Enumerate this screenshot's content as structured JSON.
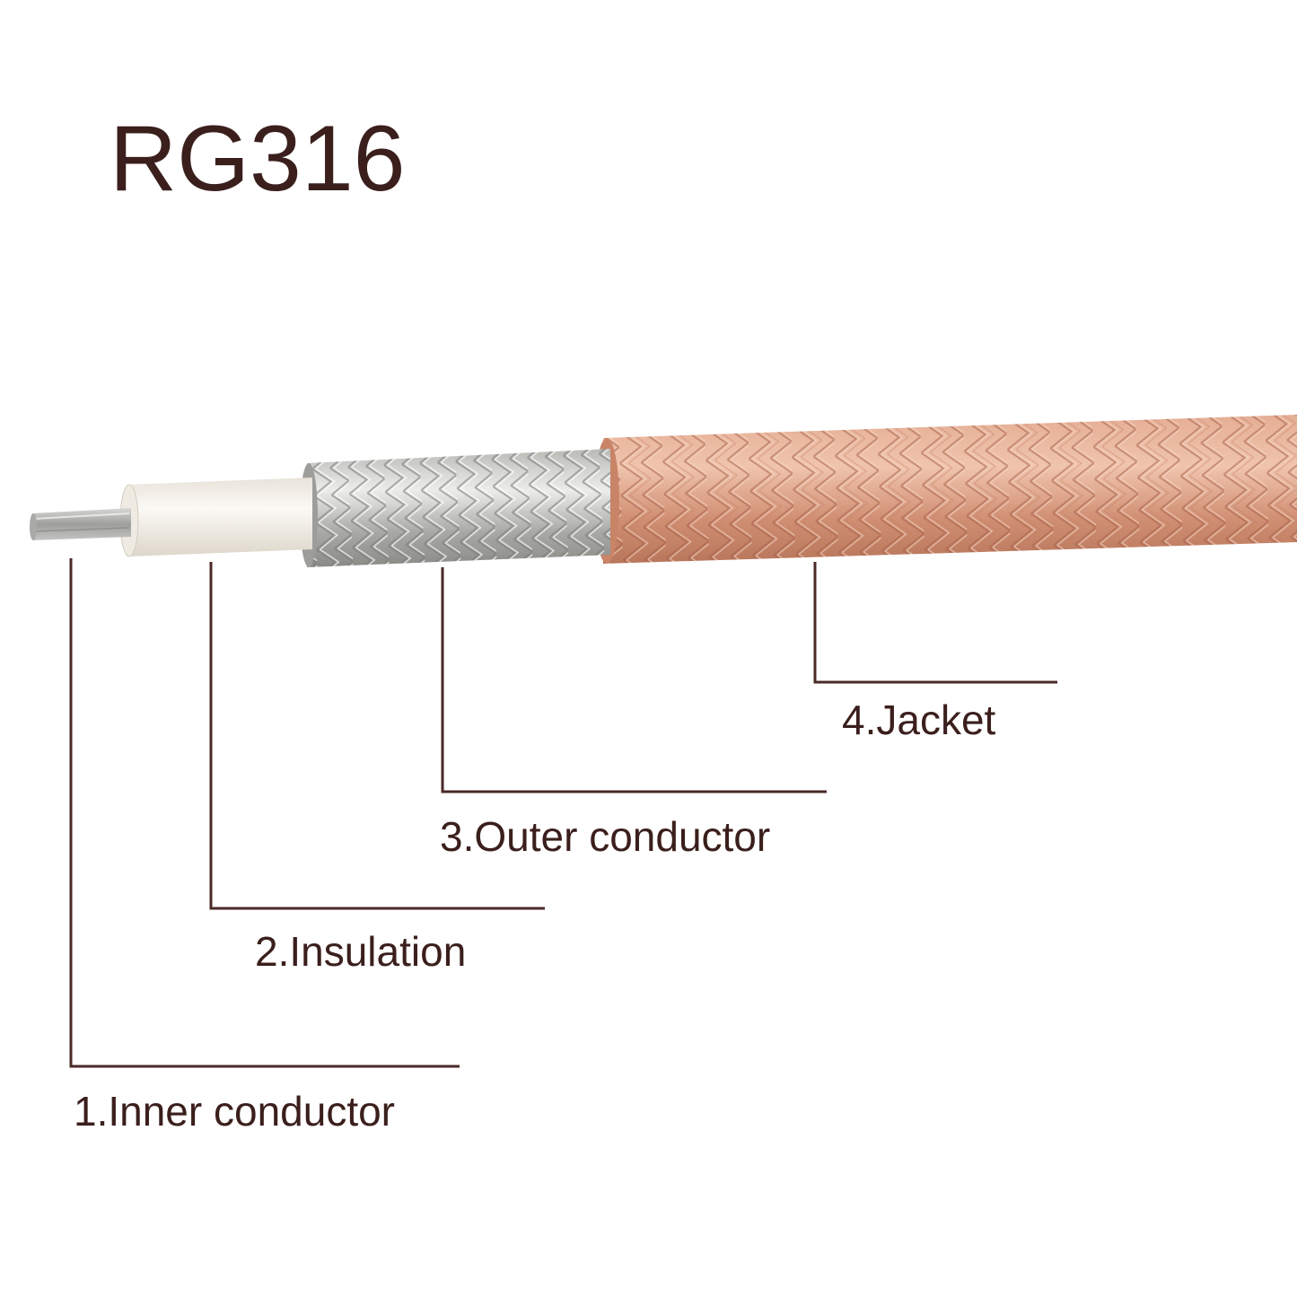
{
  "title": "RG316",
  "colors": {
    "text": "#3b1f1d",
    "leader": "#4a2a27",
    "jacket": "#d99a7e",
    "jacket_dark": "#b06b50",
    "outer_conductor": "#c9c9c7",
    "outer_conductor_dark": "#8f8f8c",
    "insulation": "#f3f0ea",
    "inner_conductor": "#bdbdbb"
  },
  "layers": [
    {
      "id": "inner",
      "label": "1.Inner conductor"
    },
    {
      "id": "insulation",
      "label": "2.Insulation"
    },
    {
      "id": "outer",
      "label": "3.Outer conductor"
    },
    {
      "id": "jacket",
      "label": "4.Jacket"
    }
  ]
}
